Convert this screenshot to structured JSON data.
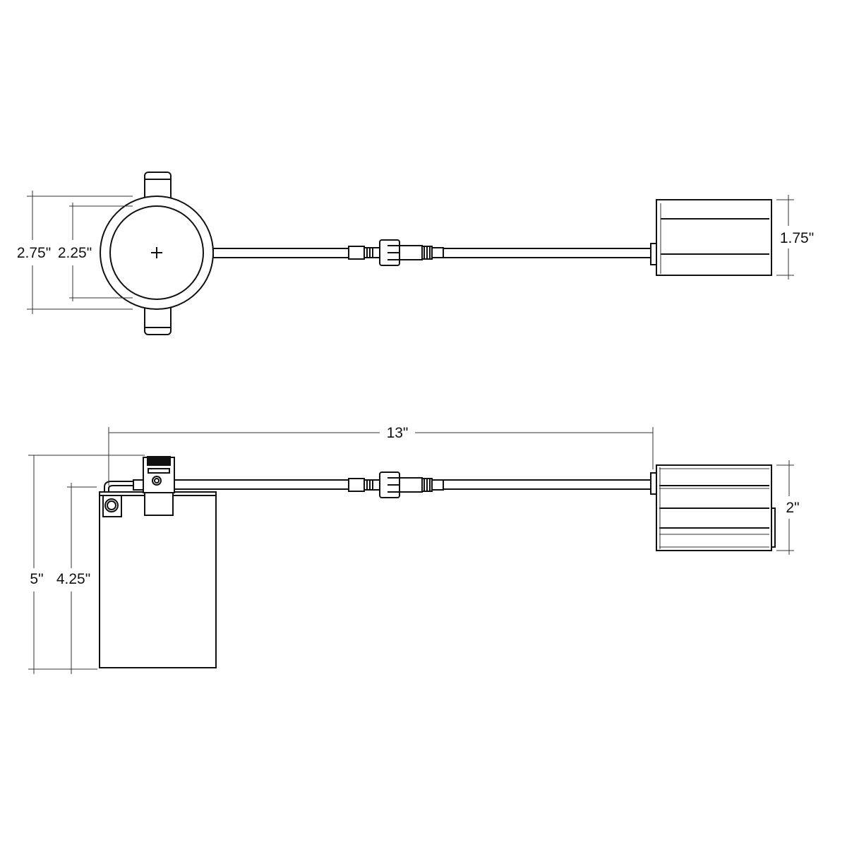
{
  "top_view": {
    "outer_diameter": "2.75\"",
    "inner_diameter": "2.25\"",
    "driver_height": "1.75\""
  },
  "side_view": {
    "cable_length": "13\"",
    "overall_height": "5\"",
    "housing_height": "4.25\"",
    "driver_height": "2\""
  },
  "colors": {
    "line": "#111111",
    "background": "#ffffff"
  }
}
